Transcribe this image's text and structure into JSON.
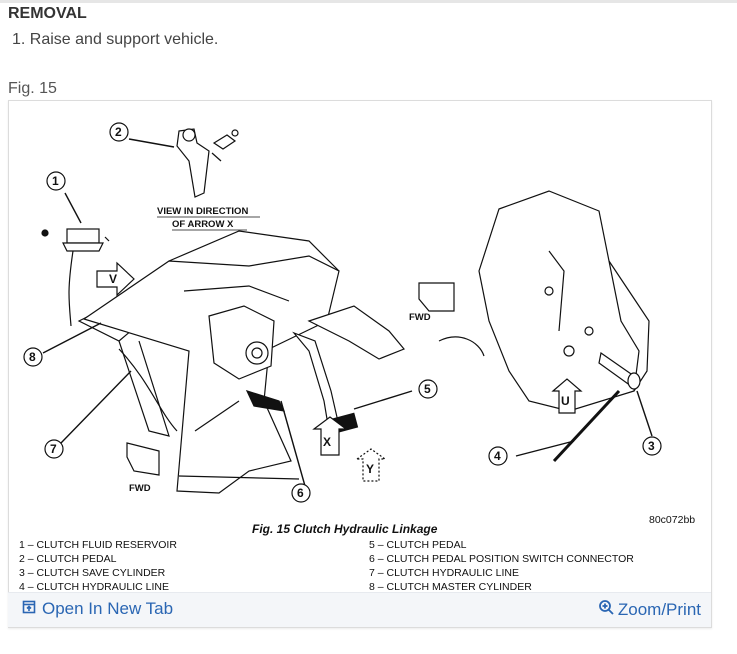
{
  "section": {
    "heading": "REMOVAL",
    "step": "1. Raise and support vehicle."
  },
  "figure": {
    "label": "Fig. 15",
    "caption": "Fig. 15 Clutch Hydraulic Linkage",
    "image_code": "80c072bb",
    "view_label_line1": "VIEW IN DIRECTION",
    "view_label_line2": "OF ARROW X",
    "fwd_label": "FWD",
    "arrow_letters": {
      "v": "V",
      "x": "X",
      "y": "Y",
      "u": "U"
    },
    "callouts": [
      "1",
      "2",
      "3",
      "4",
      "5",
      "6",
      "7",
      "8"
    ],
    "legend_left": [
      "1 – CLUTCH FLUID RESERVOIR",
      "2 – CLUTCH PEDAL",
      "3 – CLUTCH SAVE CYLINDER",
      "4 – CLUTCH HYDRAULIC LINE"
    ],
    "legend_right": [
      "5 – CLUTCH PEDAL",
      "6 – CLUTCH PEDAL POSITION SWITCH CONNECTOR",
      "7 – CLUTCH HYDRAULIC LINE",
      "8 – CLUTCH MASTER CYLINDER"
    ]
  },
  "actions": {
    "open_tab": "Open In New Tab",
    "zoom": "Zoom/Print"
  },
  "icons": {
    "open_tab": "open-in-new-tab-icon",
    "zoom": "zoom-in-icon"
  },
  "colors": {
    "link": "#2a66b3",
    "bar": "#f4f6f9"
  }
}
